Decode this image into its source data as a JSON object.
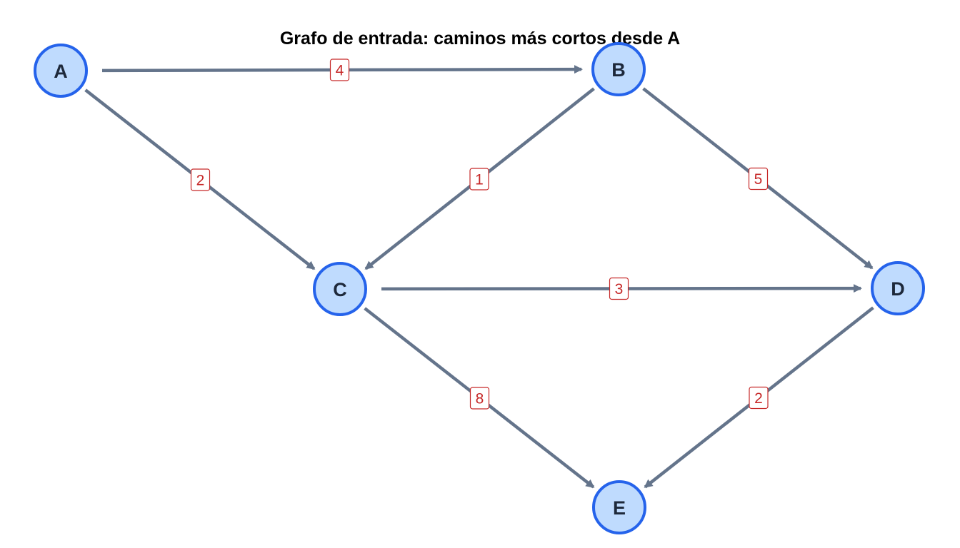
{
  "title": "Grafo de entrada: caminos más cortos desde A",
  "colors": {
    "node_fill": "#bfdbfe",
    "node_stroke": "#2563eb",
    "node_text": "#1e293b",
    "edge": "#64748b",
    "weight_text": "#c62828",
    "weight_box_stroke": "#c62828",
    "weight_box_fill": "#ffffff"
  },
  "nodes": [
    {
      "id": "A",
      "label": "A"
    },
    {
      "id": "B",
      "label": "B"
    },
    {
      "id": "C",
      "label": "C"
    },
    {
      "id": "D",
      "label": "D"
    },
    {
      "id": "E",
      "label": "E"
    }
  ],
  "edges": [
    {
      "from": "A",
      "to": "B",
      "weight": "4"
    },
    {
      "from": "A",
      "to": "C",
      "weight": "2"
    },
    {
      "from": "B",
      "to": "C",
      "weight": "1"
    },
    {
      "from": "B",
      "to": "D",
      "weight": "5"
    },
    {
      "from": "C",
      "to": "D",
      "weight": "3"
    },
    {
      "from": "C",
      "to": "E",
      "weight": "8"
    },
    {
      "from": "D",
      "to": "E",
      "weight": "2"
    }
  ]
}
